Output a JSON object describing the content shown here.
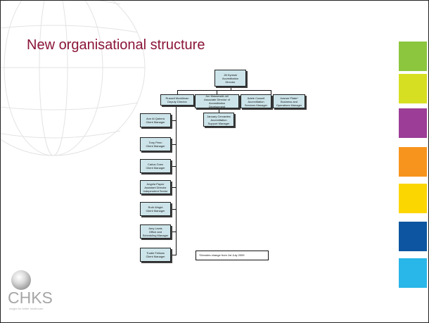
{
  "slide": {
    "title": "New organisational structure"
  },
  "brand_colors": [
    "#8cc63e",
    "#d7df23",
    "#9c3d97",
    "#f7941d",
    "#fcd600",
    "#0d55a0",
    "#29b6e8"
  ],
  "org_chart": {
    "director": [
      "Jill Kyreski",
      "Accreditation",
      "Director"
    ],
    "level2": [
      [
        "Russell Muddiman",
        "Deputy Director"
      ],
      [
        "Jon Massewidi-nel",
        "Associate Director of",
        "Accreditation",
        "Development"
      ],
      [
        "Adele Cussell",
        "Accreditation",
        "Services Manager"
      ],
      [
        "Joanne Pilate*",
        "Business and",
        "Operations Manager"
      ]
    ],
    "sub_development": [
      "January Cervantes",
      "Accreditation",
      "Support Manager"
    ],
    "deputy_reports": [
      [
        "Ann Al Qahera",
        "Client Manager"
      ],
      [
        "Tony Penn",
        "Client Manager"
      ],
      [
        "Carlos Goes",
        "Client Manager"
      ],
      [
        "Angela Payne",
        "Assistant Director",
        "Independent Sector"
      ],
      [
        "Ruth Wright",
        "Client Manager"
      ],
      [
        "Amy Lewis",
        "Office and",
        "Scheduling Manager"
      ],
      [
        "Trudie Fellows",
        "Client Manager"
      ]
    ],
    "footnote": "*Denotes change from 1st July 2009"
  },
  "logo": {
    "text": "CHKS",
    "tagline": "insight for better healthcare"
  }
}
